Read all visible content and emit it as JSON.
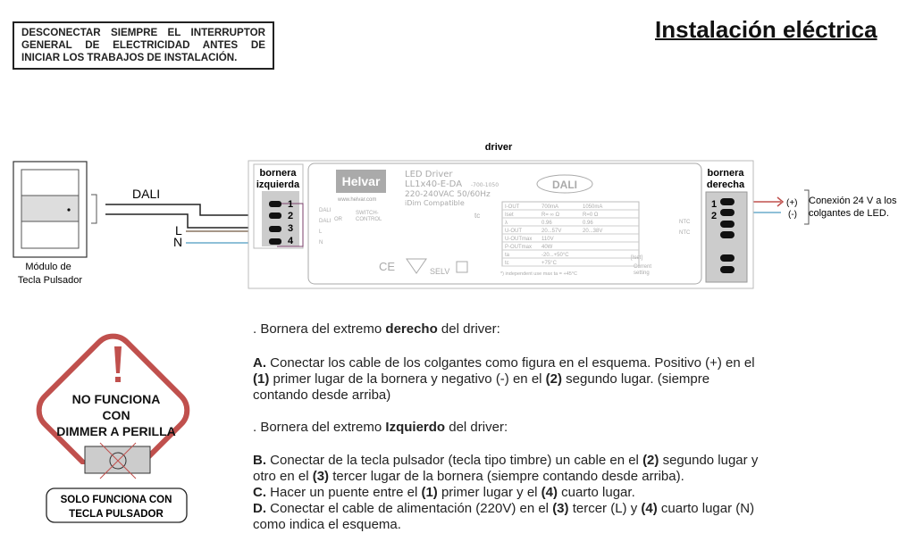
{
  "warning": "DESCONECTAR SIEMPRE EL INTERRUPTOR GENERAL DE ELECTRICIDAD ANTES DE INICIAR LOS TRABAJOS DE INSTALACIÓN.",
  "title": "Instalación eléctrica",
  "diagram": {
    "driver_label": "driver",
    "left_terminal": [
      "bornera",
      "izquierda"
    ],
    "right_terminal": [
      "bornera",
      "derecha"
    ],
    "terminal_numbers": [
      "1",
      "2",
      "3",
      "4"
    ],
    "dali": "DALI",
    "L": "L",
    "N": "N",
    "module_label": [
      "Módulo de",
      "Tecla Pulsador"
    ],
    "plus": "(+)",
    "minus": "(-)",
    "connection": [
      "Conexión 24 V a los",
      "colgantes de LED."
    ],
    "driver_plate": {
      "brand": "Helvar",
      "url": "www.helvar.com",
      "product": "LED Driver",
      "model": "LL1x40-E-DA",
      "model_suffix": "-700-1050",
      "voltage": "220-240VAC 50/60Hz",
      "compat": "iDim Compatible",
      "dali_logo": "DALI",
      "inputs": [
        "DALI",
        "DALI",
        "L",
        "N"
      ],
      "switch": [
        "SWITCH-",
        "CONTROL"
      ],
      "or": "OR",
      "table": [
        [
          "I-OUT",
          "700mA",
          "1050mA"
        ],
        [
          "Iset",
          "R= ∞ Ω",
          "R=0 Ω"
        ],
        [
          "λ",
          "0.96",
          "0.96"
        ],
        [
          "U-OUT",
          "20...57V",
          "20...38V"
        ],
        [
          "U-OUTmax",
          "110V",
          ""
        ],
        [
          "P-OUTmax",
          "40W",
          ""
        ],
        [
          "ta",
          "-20...+50°C",
          ""
        ],
        [
          "tc",
          "+75°C",
          ""
        ]
      ],
      "footnote": "*) independent use max ta = +45°C",
      "tc": "tc",
      "selv": "SELV",
      "ntc": "NTC",
      "iset": "[Iset]",
      "current_setting": [
        "Current",
        "setting"
      ]
    }
  },
  "sign": {
    "lines": [
      "NO FUNCIONA",
      "CON",
      "DIMMER A PERILLA"
    ],
    "bottom": [
      "SOLO FUNCIONA CON",
      "TECLA PULSADOR"
    ]
  },
  "instructions": {
    "right_header": [
      ". Bornera del extremo ",
      "derecho",
      " del driver:"
    ],
    "A": [
      "A.",
      " Conectar los cable de los colgantes como figura en el esquema. Positivo (+) en el ",
      "(1)",
      " primer lugar de la bornera y negativo (-) en el ",
      "(2)",
      " segundo lugar. (siempre contando desde arriba)"
    ],
    "left_header": [
      ". Bornera del extremo ",
      "Izquierdo",
      " del driver:"
    ],
    "B": [
      "B.",
      " Conectar de la tecla pulsador (tecla tipo timbre) un cable en el ",
      "(2)",
      " segundo lugar y otro en el ",
      "(3)",
      " tercer lugar de la bornera (siempre contando desde arriba)."
    ],
    "C": [
      "C.",
      " Hacer un puente entre el ",
      "(1)",
      " primer lugar y el ",
      "(4)",
      " cuarto lugar."
    ],
    "D": [
      "D.",
      " Conectar el cable de alimentación (220V) en el ",
      "(3)",
      " tercer (L) y ",
      "(4)",
      " cuarto lugar (N) como indica el esquema."
    ]
  }
}
